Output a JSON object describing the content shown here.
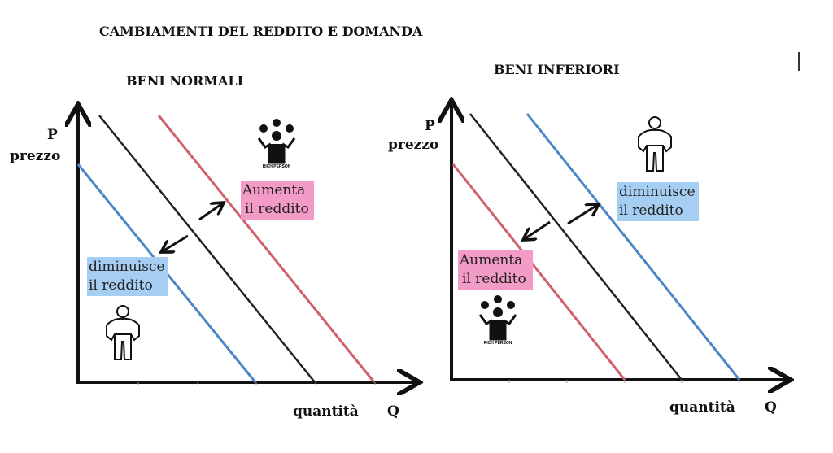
{
  "title": "CAMBIAMENTI DEL REDDITO E DOMANDA",
  "colors": {
    "normal_demand": "#222222",
    "increase_income": "#d0606a",
    "decrease_income": "#4a86c8",
    "pink_label": "#f29bc7",
    "blue_label": "#a6cdf2"
  },
  "left_panel": {
    "heading": "BENI NORMALI",
    "y_label_p": "P",
    "y_label": "prezzo",
    "x_label": "quantità",
    "x_label_q": "Q",
    "increase_label_line1": "Aumenta",
    "increase_label_line2": "il reddito",
    "decrease_label_line1": "diminuisce",
    "decrease_label_line2": "il reddito",
    "rich_icon_caption": "RICH PERSON"
  },
  "right_panel": {
    "heading": "BENI INFERIORI",
    "y_label_p": "P",
    "y_label": "prezzo",
    "x_label": "quantità",
    "x_label_q": "Q",
    "increase_label_line1": "Aumenta",
    "increase_label_line2": "il reddito",
    "decrease_label_line1": "diminuisce",
    "decrease_label_line2": "il reddito",
    "rich_icon_caption": "RICH PERSON"
  }
}
